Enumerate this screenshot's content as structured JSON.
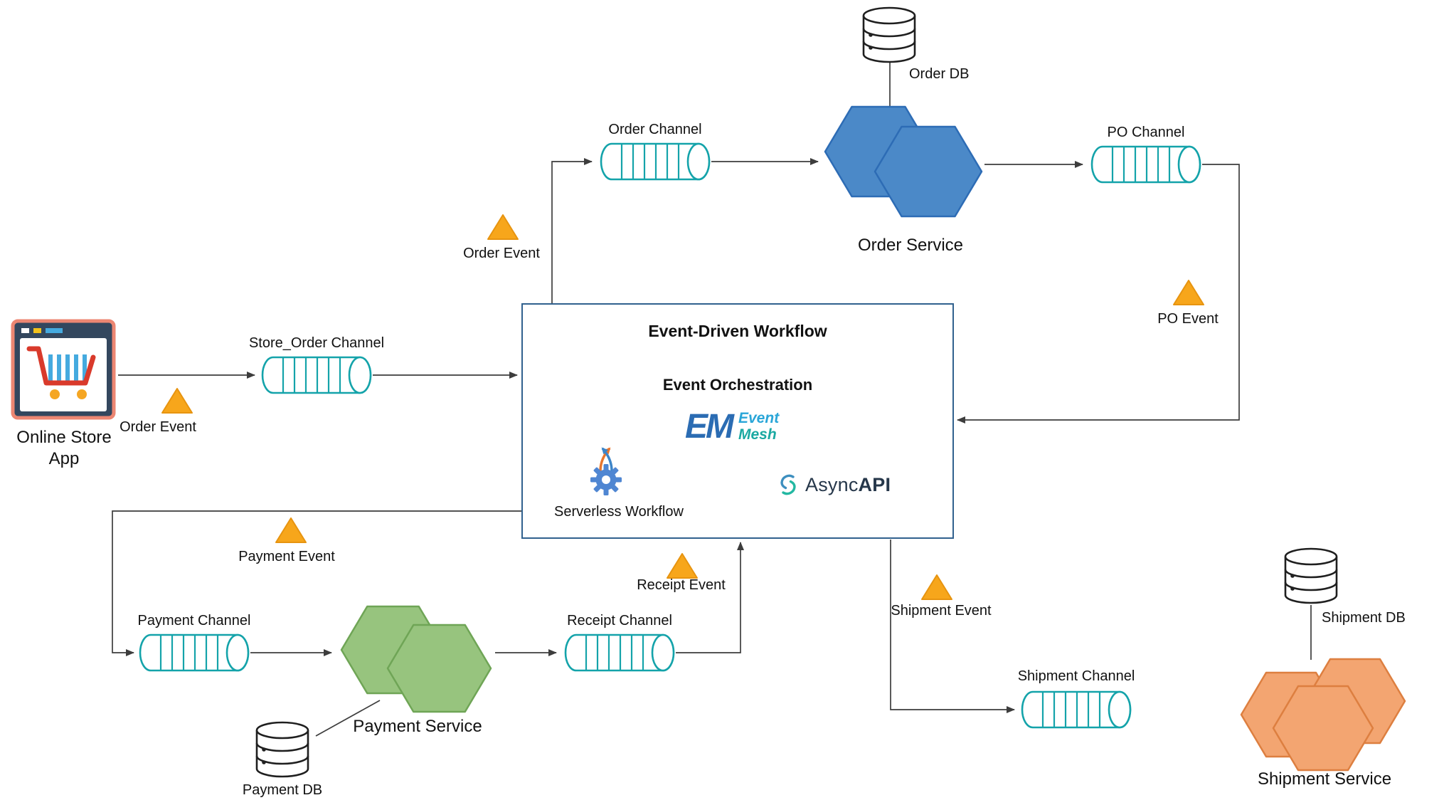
{
  "nodes": {
    "online_store_app": "Online Store\nApp",
    "order_event_left": "Order Event",
    "store_order_channel": "Store_Order Channel",
    "order_event_top": "Order Event",
    "order_channel": "Order Channel",
    "order_service": "Order Service",
    "order_db": "Order DB",
    "po_channel": "PO Channel",
    "po_event": "PO Event",
    "payment_event": "Payment Event",
    "payment_channel": "Payment Channel",
    "payment_service": "Payment Service",
    "payment_db": "Payment DB",
    "receipt_channel": "Receipt Channel",
    "receipt_event": "Receipt Event",
    "shipment_event": "Shipment Event",
    "shipment_channel": "Shipment Channel",
    "shipment_service": "Shipment Service",
    "shipment_db": "Shipment DB"
  },
  "workflow_box": {
    "title": "Event-Driven Workflow",
    "subtitle": "Event Orchestration",
    "event_mesh": {
      "mark": "EM",
      "line1": "Event",
      "line2": "Mesh"
    },
    "serverless_workflow_label": "Serverless Workflow",
    "asyncapi": {
      "regular": "Async",
      "bold": "API"
    }
  },
  "colors": {
    "channel_stroke": "#14a3aa",
    "event_triangle_fill": "#f7a61b",
    "event_triangle_stroke": "#e79410",
    "order_service_fill": "#4b89c8",
    "order_service_stroke": "#2d6cb5",
    "payment_service_fill": "#97c47e",
    "payment_service_stroke": "#6fa556",
    "shipment_service_fill": "#f3a571",
    "shipment_service_stroke": "#dd7f40",
    "workflow_box_border": "#31618e",
    "connector": "#3d3d3d",
    "db_stroke": "#1f1f1f",
    "text": "#111111"
  }
}
